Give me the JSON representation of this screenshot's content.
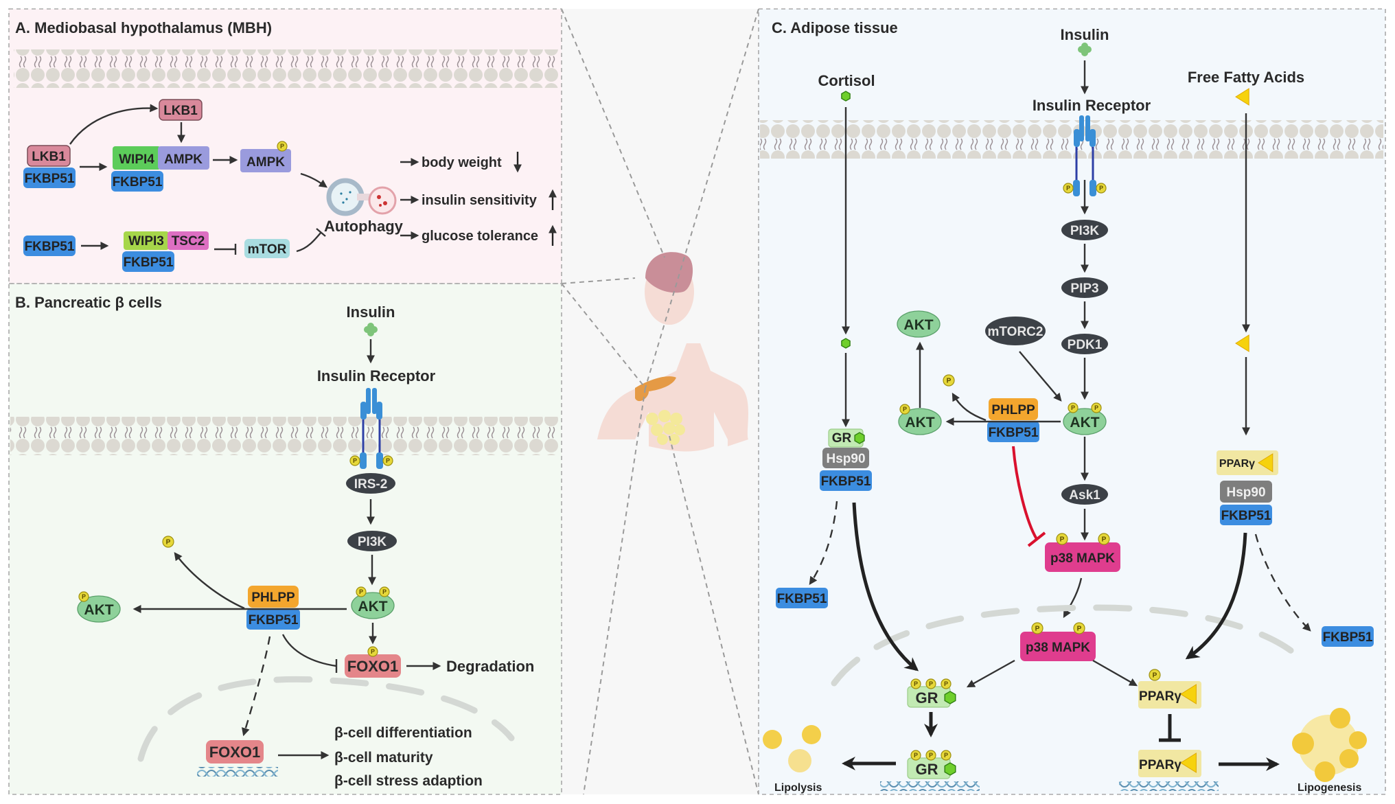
{
  "colors": {
    "panel_a_bg": "#fdf2f5",
    "panel_b_bg": "#f3f9f2",
    "panel_c_bg": "#f3f8fc",
    "center_bg": "#f7f7f7",
    "fkbp51": "#3c8de0",
    "lkb1": "#d9899b",
    "ampk": "#9a9bdd",
    "wipi4": "#5ccc5a",
    "wipi3": "#a6d64a",
    "tsc2": "#dd6fc2",
    "mtor_box": "#a9dce0",
    "akt": "#8ed19a",
    "dark_node": "#3c4147",
    "phlpp": "#f3a62e",
    "foxo1": "#e4868a",
    "p38": "#df3d8e",
    "gr": "#c2eab3",
    "hsp90": "#7e7e7e",
    "ppar": "#f1e7a2",
    "ligand_yellow": "#f6d20e",
    "phospho": "#e6d83a",
    "inhibit_red": "#d9112e"
  },
  "panel_a": {
    "title": "A. Mediobasal hypothalamus (MBH)",
    "lkb1_top": "LKB1",
    "lkb1_left": "LKB1",
    "fkbp51_left": "FKBP51",
    "wipi4": "WIPI4",
    "ampk": "AMPK",
    "fkbp51_mid": "FKBP51",
    "ampk_p": "AMPK",
    "fkbp51_lower": "FKBP51",
    "wipi3": "WIPI3",
    "tsc2": "TSC2",
    "fkbp51_lower_mid": "FKBP51",
    "mtor": "mTOR",
    "autophagy": "Autophagy",
    "outcomes": [
      {
        "label": "body weight",
        "direction": "down"
      },
      {
        "label": "insulin sensitivity",
        "direction": "up"
      },
      {
        "label": "glucose tolerance",
        "direction": "up"
      }
    ]
  },
  "panel_b": {
    "title": "B. Pancreatic β cells",
    "insulin": "Insulin",
    "insulin_receptor": "Insulin Receptor",
    "irs2": "IRS-2",
    "pi3k": "PI3K",
    "akt_pp": "AKT",
    "akt_p": "AKT",
    "phlpp": "PHLPP",
    "fkbp51": "FKBP51",
    "foxo1_p": "FOXO1",
    "degradation": "Degradation",
    "foxo1_nuc": "FOXO1",
    "outcomes": [
      "β-cell differentiation",
      "β-cell maturity",
      "β-cell stress adaption"
    ]
  },
  "panel_c": {
    "title": "C. Adipose tissue",
    "insulin": "Insulin",
    "insulin_receptor": "Insulin Receptor",
    "cortisol": "Cortisol",
    "ffa": "Free Fatty Acids",
    "pi3k": "PI3K",
    "pip3": "PIP3",
    "pdk1": "PDK1",
    "mtorc2": "mTORC2",
    "akt_top": "AKT",
    "akt_p": "AKT",
    "akt_pp": "AKT",
    "phlpp": "PHLPP",
    "fkbp51_mid": "FKBP51",
    "ask1": "Ask1",
    "p38_cyto": "p38 MAPK",
    "p38_nuc": "p38 MAPK",
    "gr_complex": "GR",
    "hsp90_left": "Hsp90",
    "fkbp51_gr": "FKBP51",
    "fkbp51_free_left": "FKBP51",
    "ppar_complex": "PPARγ",
    "hsp90_right": "Hsp90",
    "fkbp51_ppar": "FKBP51",
    "fkbp51_free_right": "FKBP51",
    "gr_nuc": "GR",
    "gr_dna": "GR",
    "ppar_nuc": "PPARγ",
    "ppar_dna": "PPARγ",
    "lipolysis": "Lipolysis",
    "lipogenesis": "Lipogenesis"
  },
  "phospho_label": "P"
}
